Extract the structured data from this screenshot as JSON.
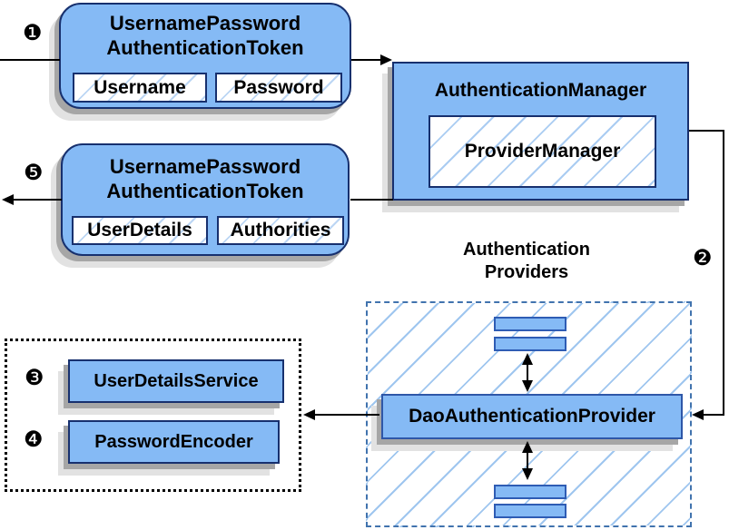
{
  "colors": {
    "node_fill": "#85baf5",
    "node_border_dark": "#17306e",
    "node_border_blue": "#2e5cb4",
    "hatch_line": "#9fc6ef",
    "dashed_container_border": "#4173ae",
    "shadow_dark": "#a6a6a6",
    "shadow_light": "#e2e2e2",
    "connector": "#000000"
  },
  "badges": {
    "step1": "❶",
    "step2": "❷",
    "step3": "❸",
    "step4": "❹",
    "step5": "❺"
  },
  "request_token": {
    "title_line1": "UsernamePassword",
    "title_line2": "AuthenticationToken",
    "fields": [
      "Username",
      "Password"
    ]
  },
  "authentication_manager": {
    "title": "AuthenticationManager",
    "provider_manager": "ProviderManager"
  },
  "result_token": {
    "title_line1": "UsernamePassword",
    "title_line2": "AuthenticationToken",
    "fields": [
      "UserDetails",
      "Authorities"
    ]
  },
  "providers": {
    "label_line1": "Authentication",
    "label_line2": "Providers",
    "dao_provider": "DaoAuthenticationProvider"
  },
  "services": {
    "user_details_service": "UserDetailsService",
    "password_encoder": "PasswordEncoder"
  }
}
